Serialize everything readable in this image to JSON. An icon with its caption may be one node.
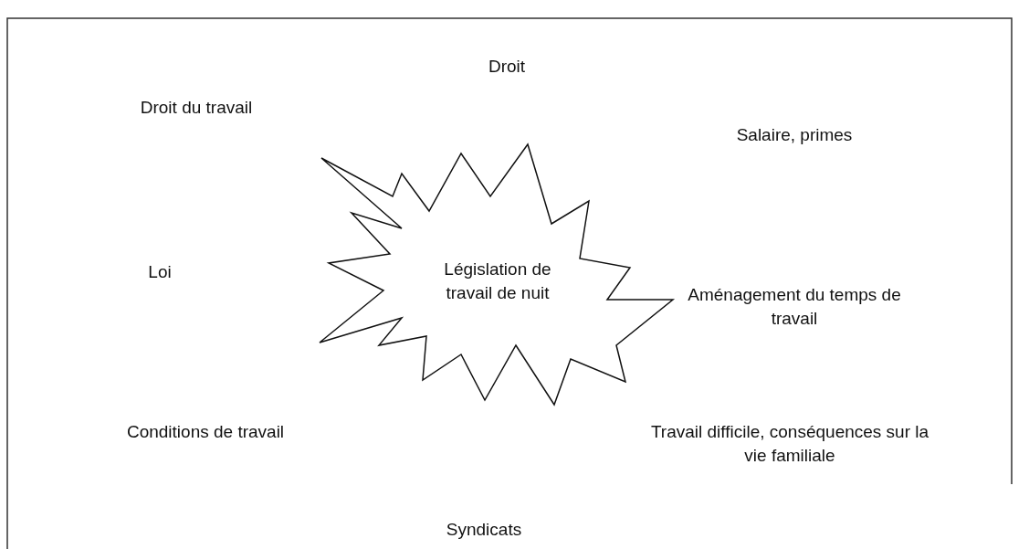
{
  "diagram": {
    "nodes": [
      {
        "text": [
          "Législation de travail de nuit"
        ]
      }
    ],
    "labels": [
      "Droit",
      "Droit du travail",
      "Salaire, primes",
      "Loi",
      "Aménagement du temps de travail",
      "Conditions de travail",
      "Travail difficile, conséquences sur la vie familiale",
      "Syndicats"
    ]
  }
}
